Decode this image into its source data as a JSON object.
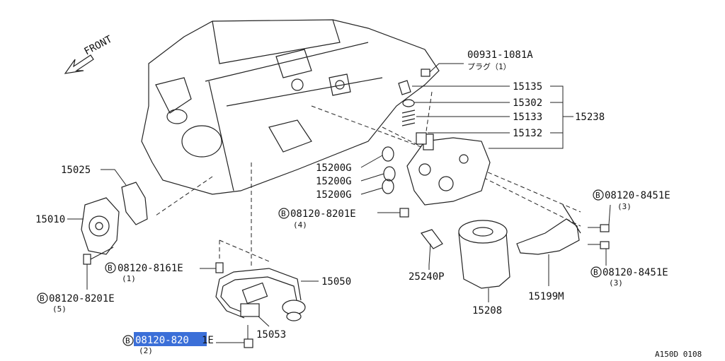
{
  "diagram": {
    "front_label": "FRONT",
    "figure_code": "A150D 0108",
    "highlight_color": "#3b6fd8",
    "bolt_symbol": "B",
    "labels": {
      "p00931": "00931-1081A",
      "p00931_sub": "プラグ（1）",
      "p15135": "15135",
      "p15302": "15302",
      "p15133": "15133",
      "p15238": "15238",
      "p15132": "15132",
      "p15200g_1": "15200G",
      "p15200g_2": "15200G",
      "p15200g_3": "15200G",
      "p15025": "15025",
      "p15010": "15010",
      "b8201_mid": "08120-8201E",
      "b8201_mid_qty": "(4)",
      "b8451_top": "08120-8451E",
      "b8451_top_qty": "(3)",
      "b8451_bot": "08120-8451E",
      "b8451_bot_qty": "(3)",
      "b8161": "08120-8161E",
      "b8161_qty": "(1)",
      "b8201_left": "08120-8201E",
      "b8201_left_qty": "(5)",
      "b820_bottom_hl": "08120-820",
      "b820_bottom_tail": "1E",
      "b820_bottom_qty": "(2)",
      "p15050": "15050",
      "p15053": "15053",
      "p25240p": "25240P",
      "p15208": "15208",
      "p15199m": "15199M"
    }
  }
}
